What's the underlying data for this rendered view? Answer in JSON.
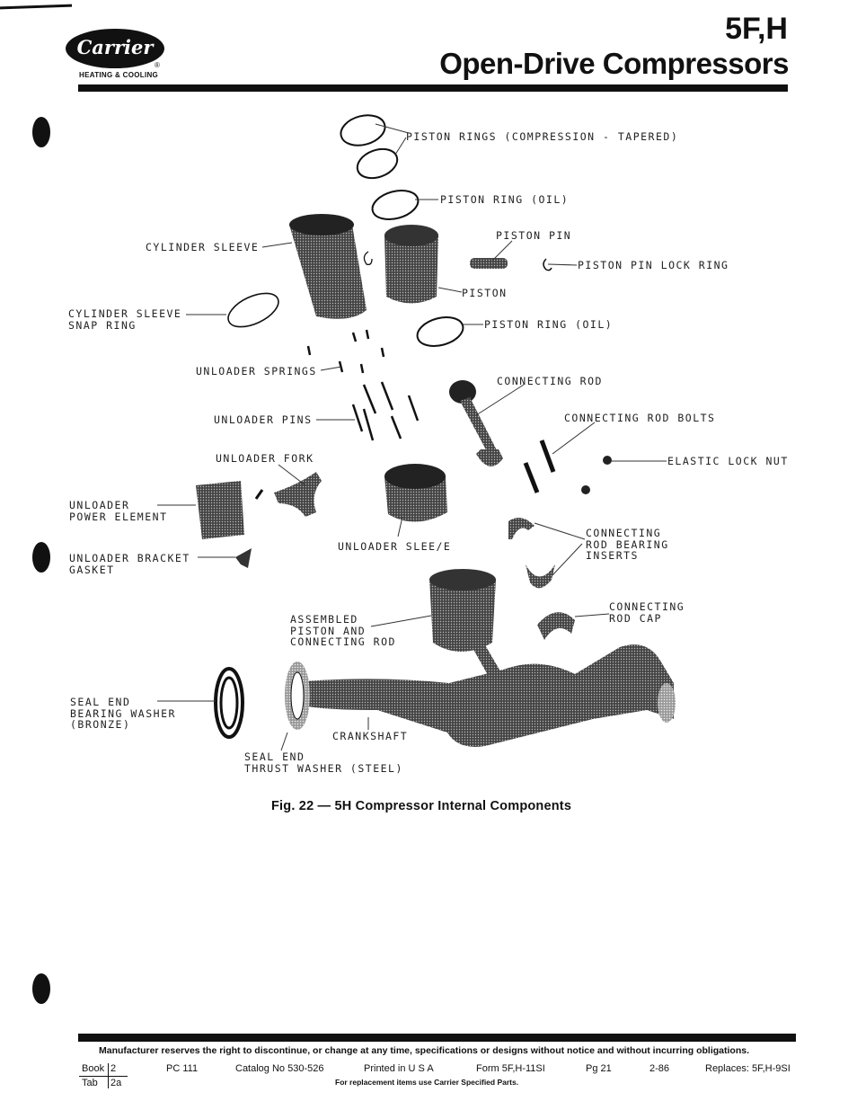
{
  "header": {
    "brand": "Carrier",
    "brand_tagline": "HEATING & COOLING",
    "model": "5F,H",
    "title": "Open-Drive Compressors"
  },
  "figure": {
    "labels": {
      "piston_rings_compression": "PISTON RINGS (COMPRESSION - TAPERED)",
      "piston_ring_oil_top": "PISTON RING (OIL)",
      "cylinder_sleeve": "CYLINDER SLEEVE",
      "piston_pin": "PISTON PIN",
      "piston_pin_lock_ring": "PISTON PIN LOCK RING",
      "piston": "PISTON",
      "cylinder_sleeve_snap_ring": "CYLINDER SLEEVE\nSNAP RING",
      "piston_ring_oil_bottom": "PISTON RING (OIL)",
      "unloader_springs": "UNLOADER SPRINGS",
      "connecting_rod": "CONNECTING ROD",
      "unloader_pins": "UNLOADER PINS",
      "connecting_rod_bolts": "CONNECTING ROD BOLTS",
      "unloader_fork": "UNLOADER FORK",
      "elastic_lock_nut": "ELASTIC LOCK NUT",
      "unloader_power_element": "UNLOADER\nPOWER ELEMENT",
      "unloader_sleeve": "UNLOADER SLEE/E",
      "connecting_rod_bearing_inserts": "CONNECTING\nROD BEARING\nINSERTS",
      "unloader_bracket_gasket": "UNLOADER BRACKET\nGASKET",
      "connecting_rod_cap": "CONNECTING\nROD CAP",
      "assembled_piston": "ASSEMBLED\nPISTON AND\nCONNECTING ROD",
      "seal_end_bearing_washer": "SEAL END\nBEARING WASHER\n(BRONZE)",
      "crankshaft": "CRANKSHAFT",
      "seal_end_thrust_washer": "SEAL END\nTHRUST WASHER (STEEL)"
    },
    "caption": "Fig. 22 — 5H Compressor Internal Components"
  },
  "footer": {
    "disclaimer": "Manufacturer reserves the right to discontinue, or change at any time, specifications or designs without notice and without incurring obligations.",
    "book_label": "Book",
    "book_value": "2",
    "tab_label": "Tab",
    "tab_value": "2a",
    "pc": "PC 111",
    "catalog": "Catalog No 530-526",
    "printed": "Printed in U S A",
    "form": "Form 5F,H-11SI",
    "page": "Pg 21",
    "date": "2-86",
    "replaces": "Replaces: 5F,H-9SI",
    "replacement_note": "For replacement items use Carrier Specified Parts."
  }
}
